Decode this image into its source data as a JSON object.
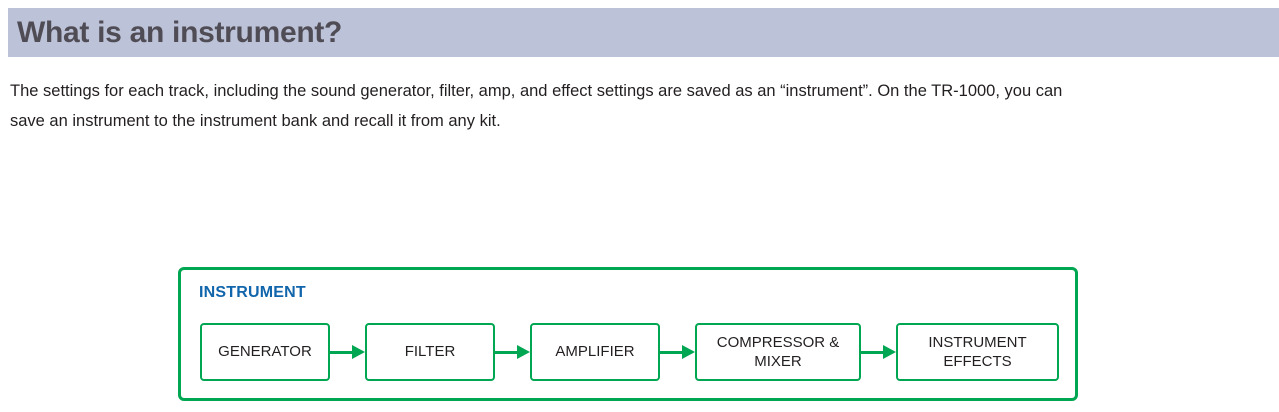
{
  "header": {
    "title": "What is an instrument?",
    "background_color": "#BCC2D7",
    "text_color": "#4F4C55"
  },
  "content": {
    "paragraph_lines": [
      "The settings for each track, including the sound generator, filter, amp, and effect settings are saved as an “instrument”. On the TR-1000, you can",
      "save an instrument to the instrument bank and recall it from any kit."
    ]
  },
  "diagram": {
    "label": "INSTRUMENT",
    "label_color": "#1065AB",
    "border_color": "#00A651",
    "node_text_color": "#231F20",
    "flow_direction": "left-to-right",
    "nodes": [
      "GENERATOR",
      "FILTER",
      "AMPLIFIER",
      "COMPRESSOR & MIXER",
      "INSTRUMENT EFFECTS"
    ]
  }
}
